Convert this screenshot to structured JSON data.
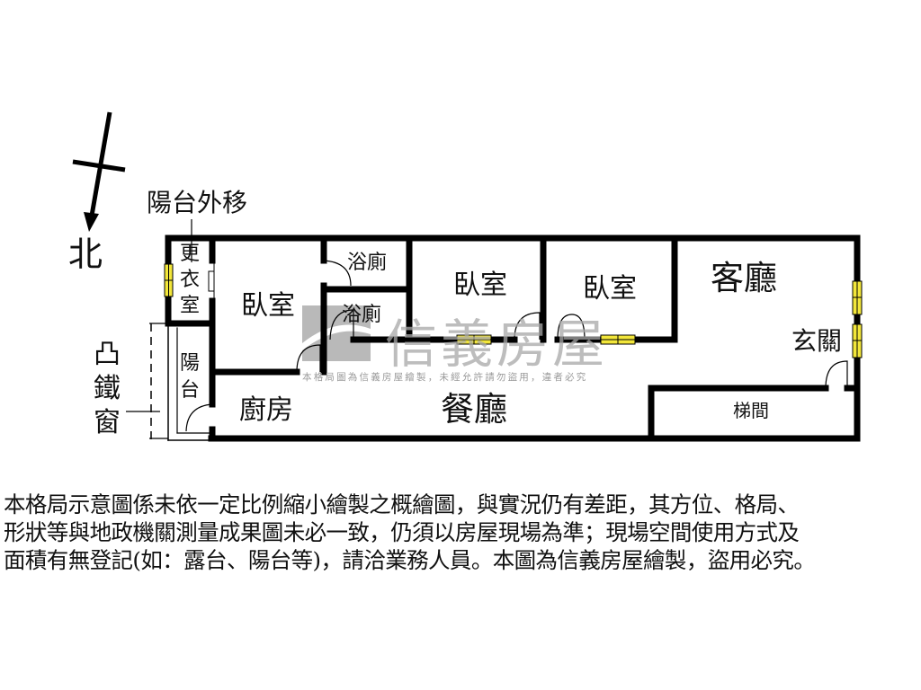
{
  "compass": {
    "label": "北",
    "icon": "north-arrow-icon"
  },
  "annotations": {
    "balcony_moved_out": "陽台外移",
    "bay_window": [
      "凸",
      "鐵",
      "窗"
    ]
  },
  "rooms": {
    "walk_in_closet": [
      "更",
      "衣",
      "室"
    ],
    "bedroom_1": "臥室",
    "bathroom_1": "浴廁",
    "bathroom_2": "浴廁",
    "bedroom_2": "臥室",
    "bedroom_3": "臥室",
    "living_room": "客廳",
    "entrance": "玄關",
    "balcony": [
      "陽",
      "台"
    ],
    "kitchen": "廚房",
    "dining_room": "餐廳",
    "stairwell": "梯間"
  },
  "watermark": {
    "brand": "信義房屋",
    "notice": "本格局圖為信義房屋繪製，未經允許請勿盜用，違者必究"
  },
  "colors": {
    "wall": "#000000",
    "window_fill": "#f2e63a",
    "watermark_gray": "#a8a8a8"
  },
  "disclaimer": {
    "lines": [
      "本格局示意圖係未依一定比例縮小繪製之概繪圖，與實況仍有差距，其方位、格局、",
      "形狀等與地政機關測量成果圖未必一致，仍須以房屋現場為準；現場空間使用方式及",
      "面積有無登記(如：露台、陽台等)，請洽業務人員。本圖為信義房屋繪製，盜用必究。"
    ]
  }
}
